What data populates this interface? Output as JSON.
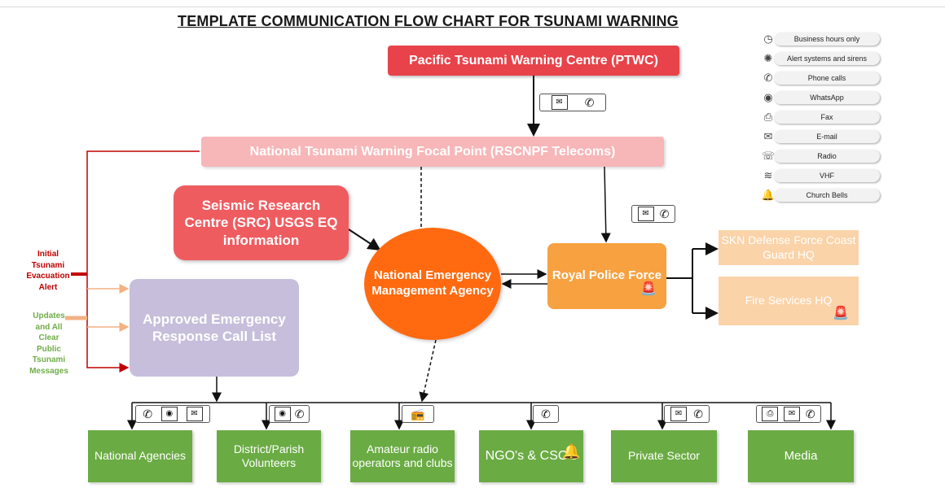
{
  "title": "TEMPLATE COMMUNICATION FLOW CHART FOR TSUNAMI WARNING",
  "nodes": {
    "ptwc": "Pacific Tsunami Warning Centre (PTWC)",
    "focal_point": "National Tsunami Warning Focal Point (RSCNPF Telecoms)",
    "src": "Seismic Research Centre (SRC) USGS EQ information",
    "nema": "National Emergency Management Agency",
    "police": "Royal Police Force",
    "skn_defense": "SKN Defense Force Coast Guard HQ",
    "fire": "Fire Services HQ",
    "call_list": "Approved Emergency Response Call List",
    "national_agencies": "National Agencies",
    "volunteers": "District/Parish Volunteers",
    "amateur_radio": "Amateur radio operators and clubs",
    "ngo": "NGO's & CSO's",
    "private_sector": "Private Sector",
    "media": "Media"
  },
  "side_labels": {
    "red": "Initial Tsunami Evacuation Alert",
    "green": "Updates and All Clear Public Tsunami Messages"
  },
  "legend": [
    {
      "icon": "clock-icon",
      "label": "Business hours only"
    },
    {
      "icon": "siren-icon",
      "label": "Alert systems and sirens"
    },
    {
      "icon": "phone-icon",
      "label": "Phone calls"
    },
    {
      "icon": "whatsapp-icon",
      "label": "WhatsApp"
    },
    {
      "icon": "fax-icon",
      "label": "Fax"
    },
    {
      "icon": "email-icon",
      "label": "E-mail"
    },
    {
      "icon": "radio-icon",
      "label": "Radio"
    },
    {
      "icon": "vhf-icon",
      "label": "VHF"
    },
    {
      "icon": "church-bell-icon",
      "label": "Church Bells"
    }
  ],
  "colors": {
    "ptwc": "#e8424a",
    "focal_point": "#f7b6b8",
    "src": "#ef5c60",
    "nema": "#ff6a10",
    "police": "#f7a141",
    "defense_fire": "#fbd3a9",
    "call_list": "#c6bedb",
    "recipients": "#6aab43",
    "red_line": "#c00000",
    "orange_arrow": "#f4b183"
  }
}
